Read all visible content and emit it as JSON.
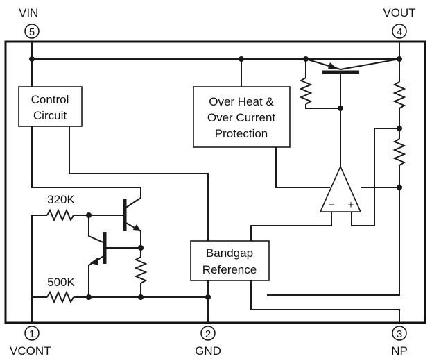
{
  "pins": {
    "vin": {
      "name": "VIN",
      "number": "5"
    },
    "vout": {
      "name": "VOUT",
      "number": "4"
    },
    "vcont": {
      "name": "VCONT",
      "number": "1"
    },
    "gnd": {
      "name": "GND",
      "number": "2"
    },
    "np": {
      "name": "NP",
      "number": "3"
    }
  },
  "blocks": {
    "control": [
      "Control",
      "Circuit"
    ],
    "protection": [
      "Over Heat &",
      "Over Current",
      "Protection"
    ],
    "bandgap": [
      "Bandgap",
      "Reference"
    ]
  },
  "resistors": {
    "r1": "320K",
    "r2": "500K"
  },
  "opamp": {
    "minus": "−",
    "plus": "+"
  }
}
